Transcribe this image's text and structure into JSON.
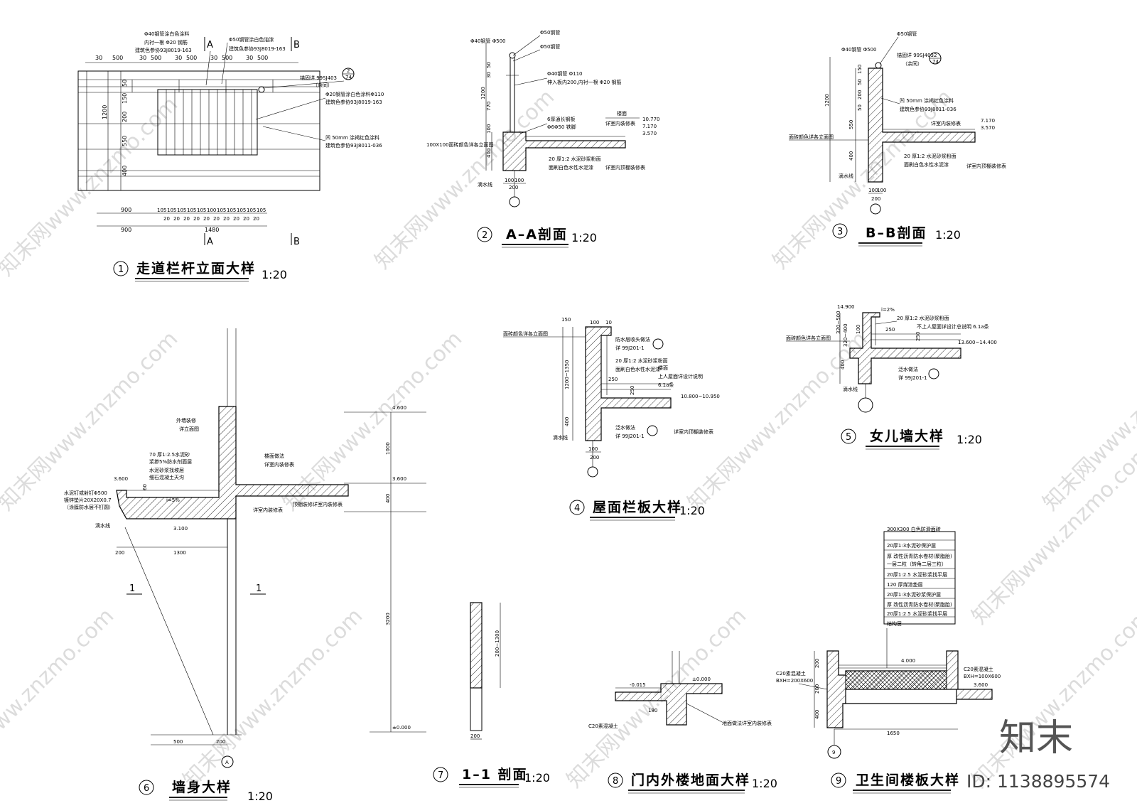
{
  "watermarks": [
    "知末网www.znzmo.com",
    "知末网www.znzmo.com",
    "知末网www.znzmo.com",
    "知末网www.znzmo.com",
    "知末网www.znzmo.com",
    "知末网www.znzmo.com",
    "知末网www.znzmo.com",
    "知末网www.znzmo.com",
    "知末网www.znzmo.com",
    "知末网www.znzmo.com",
    "知末网www.znzmo.com",
    "知末网www.znzmo.com"
  ],
  "brand": {
    "logo": "知末",
    "id": "ID: 1138895574"
  },
  "d1": {
    "num": "1",
    "title": "走道栏杆立面大样",
    "scale": "1:20",
    "notes": [
      "Φ40钢管涂白色涂料",
      "内衬一根 Φ20 钢筋",
      "建筑色参协93J8019-163",
      "Φ50钢管涂白色油漆",
      "建筑色参协93J8019-163",
      "锚固详 99SJ403",
      "（余同）",
      "Φ20钢管涂白色涂料Φ110",
      "建筑色参协93J8019-163",
      "凹 50mm 涂褐红色涂料",
      "建筑色参协93J8011-036"
    ],
    "sec_a": "A",
    "sec_b": "B",
    "top_dims": [
      "30",
      "500",
      "30",
      "500",
      "30",
      "500",
      "30",
      "500",
      "30",
      "500"
    ],
    "left_dims": [
      "50",
      "150",
      "200",
      "550",
      "400"
    ],
    "h1200": "1200",
    "bottom_dims1": [
      "900",
      "105",
      "105",
      "105",
      "105",
      "105",
      "100",
      "105",
      "105",
      "105",
      "105",
      "105"
    ],
    "bottom_dims2": [
      "900",
      "20",
      "20",
      "20",
      "20",
      "20",
      "20",
      "20",
      "20",
      "20",
      "20"
    ],
    "w1480": "1480",
    "ref_top": "2",
    "ref_bot": "74"
  },
  "d2": {
    "num": "2",
    "title": "A–A剖面",
    "scale": "1:20",
    "notes": [
      "Φ40钢管 Φ500",
      "Φ50钢管",
      "Φ50钢管",
      "Φ40钢管 Φ110",
      "伸入板内200,内衬一根 Φ20 钢筋",
      "6厚通长钢板",
      "Φ6Φ50 铁脚",
      "楼面",
      "详室内装修表",
      "10.770",
      "7.170",
      "3.570",
      "100X100面砖颜色详各立面图",
      "20 厚1:2 水泥砂浆粉面",
      "面刷白色水性水泥漆",
      "详室内顶棚装修表",
      "滴水线"
    ],
    "dims": [
      "50",
      "30",
      "1200",
      "770",
      "100",
      "400",
      "100",
      "100",
      "200"
    ]
  },
  "d3": {
    "num": "3",
    "title": "B–B剖面",
    "scale": "1:20",
    "notes": [
      "Φ50钢管",
      "Φ40钢管 Φ500",
      "锚固详 99SJ403",
      "（余同）",
      "凹 50mm 涂褐红色涂料",
      "建筑色参协93J8011-036",
      "面砖颜色详各立面图",
      "7.170",
      "3.570",
      "详室内装修表",
      "20 厚1:2 水泥砂浆粉面",
      "面刷白色水性水泥漆",
      "详室内顶棚装修表",
      "滴水线"
    ],
    "dims": [
      "150",
      "50",
      "1200",
      "200",
      "50",
      "550",
      "400",
      "100",
      "100",
      "200"
    ],
    "ref_top": "2",
    "ref_bot": "74"
  },
  "d4": {
    "num": "4",
    "title": "屋面栏板大样",
    "scale": "1:20",
    "notes": [
      "面砖颜色详各立面图",
      "防水层收头做法",
      "详 99J201-1",
      "20 厚1:2 水泥砂浆粉面",
      "面刷白色水性水泥漆",
      "楼面",
      "上人屋面详设计说明",
      "6.1a条",
      "10.800~10.950",
      "泛水做法",
      "详 99J201-1",
      "详室内顶棚装修表",
      "滴水线"
    ],
    "dims": [
      "100",
      "10",
      "150",
      "1200~1350",
      "250",
      "250",
      "400",
      "100",
      "200"
    ]
  },
  "d5": {
    "num": "5",
    "title": "女儿墙大样",
    "scale": "1:20",
    "notes": [
      "14.900",
      "i=2%",
      "20 厚1:2 水泥砂浆粉面",
      "不上人屋面详设计总说明 6.1a条",
      "面砖颜色详各立面图",
      "13.600~14.400",
      "泛水做法",
      "详 99J201-1",
      "滴水线"
    ],
    "dims": [
      "320~500",
      "320~400",
      "100",
      "400",
      "250",
      "250"
    ]
  },
  "d6": {
    "num": "6",
    "title": "墙身大样",
    "scale": "1:20",
    "notes": [
      "外墙装修",
      "详立面图",
      "70 厚1:2.5水泥砂",
      "浆掺5%防水剂面层",
      "水泥砂浆找坡层",
      "细石混凝土天沟",
      "楼面做法",
      "详室内装修表",
      "水泥钉或射钉Φ500",
      "镀锌垫片20X20X0.7",
      "（涂膜防水层不钉圆）",
      "滴水线",
      "3.600",
      "i=5%",
      "3.100",
      "详室内装修表",
      "顶棚装修详室内装修表"
    ],
    "dims": [
      "60",
      "200",
      "1300",
      "500",
      "200"
    ],
    "sec": "1",
    "axis": "A",
    "elev": [
      "4.600",
      "3.600",
      "±0.000"
    ],
    "edims": [
      "1000",
      "400",
      "3200"
    ]
  },
  "d7": {
    "num": "7",
    "title": "1–1 剖面",
    "scale": "1:20",
    "dims": [
      "200~1300",
      "200"
    ]
  },
  "d8": {
    "num": "8",
    "title": "门内外楼地面大样",
    "scale": "1:20",
    "notes": [
      "-0.015",
      "±0.000",
      "180",
      "C20素混凝土",
      "地面做法详室内装修表"
    ]
  },
  "d9": {
    "num": "9",
    "title": "卫生间楼板大样",
    "scale": "",
    "layers": [
      "300X300 白色防滑面砖",
      "20厚1:3水泥砂保护层",
      "厚     改性沥青防水卷材(聚脂胎)",
      "一层二粒（转角二层三粒）",
      "20厚1:2.5 水泥砂浆找平层",
      "120 厚煤渣垫层",
      "20厚1:3水泥砂浆保护层",
      "厚     改性沥青防水卷材(聚脂胎)",
      "20厚1:2.5 水泥砂浆找平层",
      "结构层"
    ],
    "notes": [
      "4.000",
      "C20素混凝土",
      "BXH=200X600",
      "C20素混凝土",
      "BXH=100X600",
      "3.600"
    ],
    "dims": [
      "200",
      "200",
      "400",
      "1650"
    ],
    "axis": "9"
  }
}
